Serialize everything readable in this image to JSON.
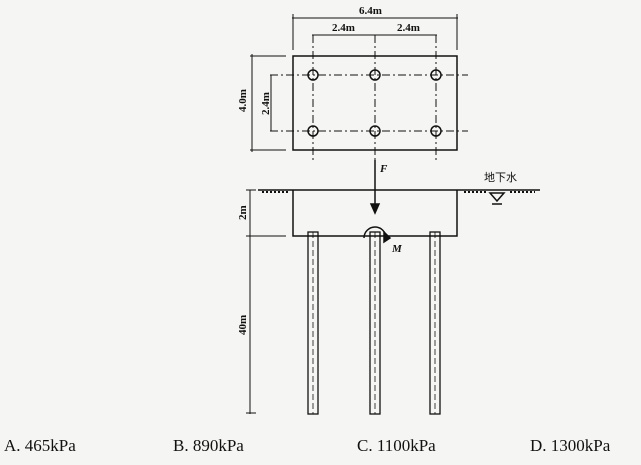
{
  "plan": {
    "width_label": "6.4m",
    "spacing1_label": "2.4m",
    "spacing2_label": "2.4m",
    "depth_label": "4.0m",
    "row_spacing_label": "2.4m"
  },
  "section": {
    "force_label": "F",
    "moment_label": "M",
    "water_label": "地下水",
    "cap_depth_label": "2m",
    "pile_length_label": "40m"
  },
  "options": [
    {
      "label": "A. 465kPa"
    },
    {
      "label": "B. 890kPa"
    },
    {
      "label": "C. 1100kPa"
    },
    {
      "label": "D. 1300kPa"
    }
  ]
}
